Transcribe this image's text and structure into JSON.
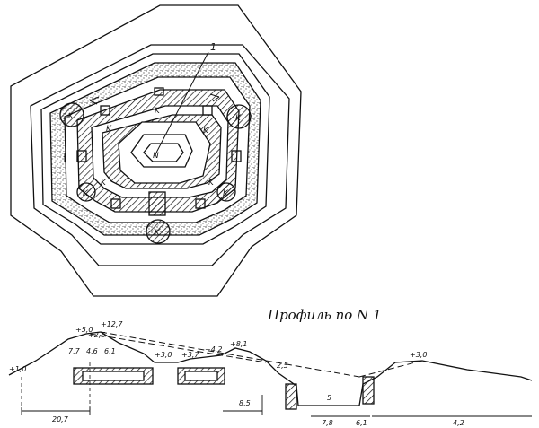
{
  "plan": {
    "callout_1": "1",
    "center_mark": "N",
    "casemate_marks": [
      "K",
      "K",
      "K",
      "K",
      "K",
      "K"
    ],
    "gallery_marks": [
      "K",
      "K",
      "K",
      "K"
    ]
  },
  "profile": {
    "title": "Профиль по N 1",
    "elevations": [
      "+12,7",
      "+3,0",
      "+3,7",
      "+4,2",
      "+8,1",
      "+3,0"
    ],
    "left_marks": [
      "+5,0",
      "7,7",
      "4,6",
      "6,1"
    ],
    "small_marks": [
      "+2,5",
      "5"
    ],
    "dimensions": [
      "20,7",
      "8,5",
      "7,8",
      "6,1",
      "4,2"
    ],
    "edge_mark": "+1,0",
    "slope_mark": "2,5"
  },
  "colors": {
    "ink": "#111111",
    "paper": "#ffffff",
    "hatch": "#222222",
    "stipple": "#333333"
  }
}
